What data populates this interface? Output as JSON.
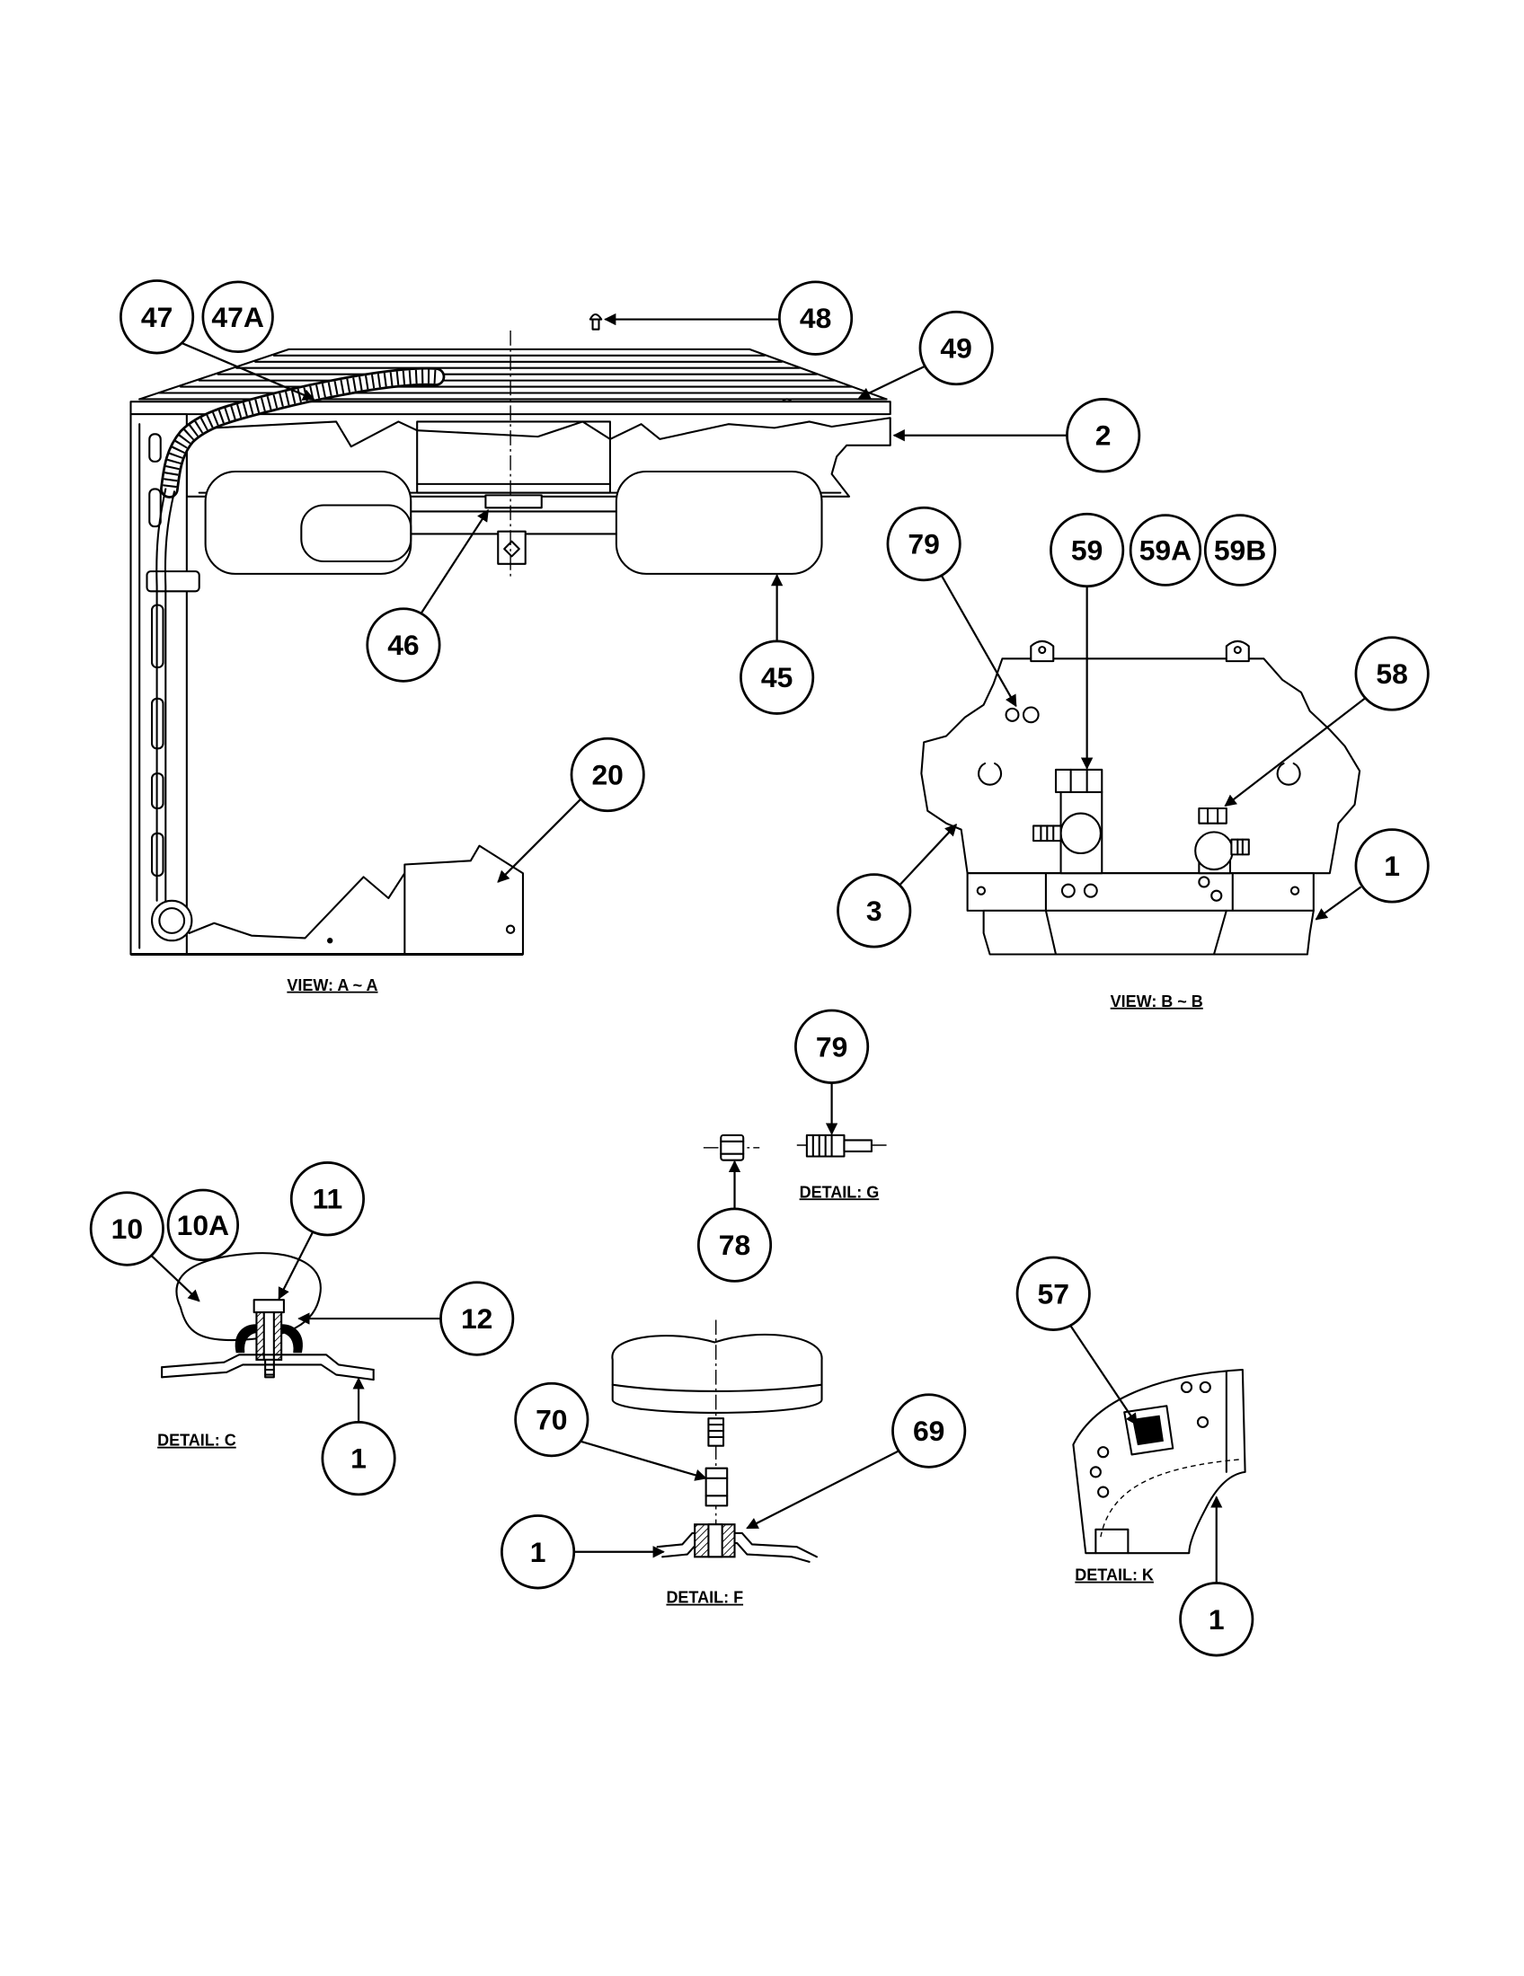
{
  "colors": {
    "line": "#000000",
    "background": "#ffffff"
  },
  "view_a": {
    "title": "VIEW: A ~ A",
    "callouts": {
      "p47": "47",
      "p47a": "47A",
      "p48": "48",
      "p49": "49",
      "p2": "2",
      "p46": "46",
      "p45": "45",
      "p20": "20"
    }
  },
  "view_b": {
    "title": "VIEW: B ~ B",
    "callouts": {
      "p79": "79",
      "p59": "59",
      "p59a": "59A",
      "p59b": "59B",
      "p58": "58",
      "p1": "1",
      "p3": "3"
    }
  },
  "detail_g": {
    "title": "DETAIL: G",
    "callouts": {
      "p79": "79",
      "p78": "78"
    }
  },
  "detail_c": {
    "title": "DETAIL: C",
    "callouts": {
      "p10": "10",
      "p10a": "10A",
      "p11": "11",
      "p12": "12",
      "p1": "1"
    }
  },
  "detail_f": {
    "title": "DETAIL: F",
    "callouts": {
      "p70": "70",
      "p69": "69",
      "p1": "1"
    }
  },
  "detail_k": {
    "title": "DETAIL: K",
    "callouts": {
      "p57": "57",
      "p1": "1"
    }
  }
}
